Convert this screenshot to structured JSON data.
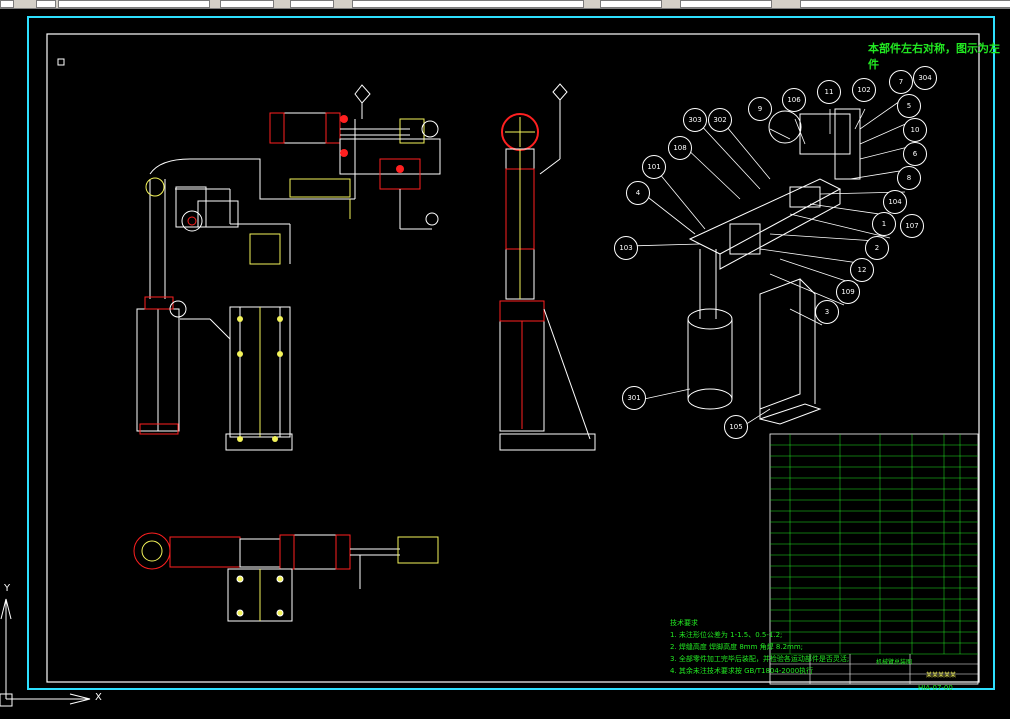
{
  "note": {
    "top_right": "本部件左右对称，图示为左件"
  },
  "technical_requirements": {
    "title": "技术要求",
    "items": [
      "1. 未注形位公差为 1-1.5、0.5-1.2;",
      "2. 焊缝高度 焊脚高度 8mm 角焊 8.2mm;",
      "3. 全部零件加工完毕后装配，并检验各运动部件是否灵活;",
      "4. 其余未注技术要求按 GB/T1804-2000执行"
    ]
  },
  "callouts": [
    "9",
    "106",
    "11",
    "102",
    "7",
    "304",
    "5",
    "10",
    "6",
    "8",
    "104",
    "107",
    "1",
    "2",
    "12",
    "109",
    "3",
    "105",
    "301",
    "103",
    "4",
    "101",
    "108",
    "303",
    "302"
  ],
  "title_block": {
    "title": "机械臂总装图",
    "drawing_code": "HIA-07-00",
    "company": "某某某某某"
  },
  "colors": {
    "background": "#000000",
    "frame": "#2ee0ff",
    "outline": "#ffffff",
    "red": "#ff2020",
    "yellow": "#f3f35a",
    "green": "#22e822",
    "table_cell": "#d7d7d7"
  },
  "axis": {
    "x_label": "X",
    "y_label": "Y"
  }
}
